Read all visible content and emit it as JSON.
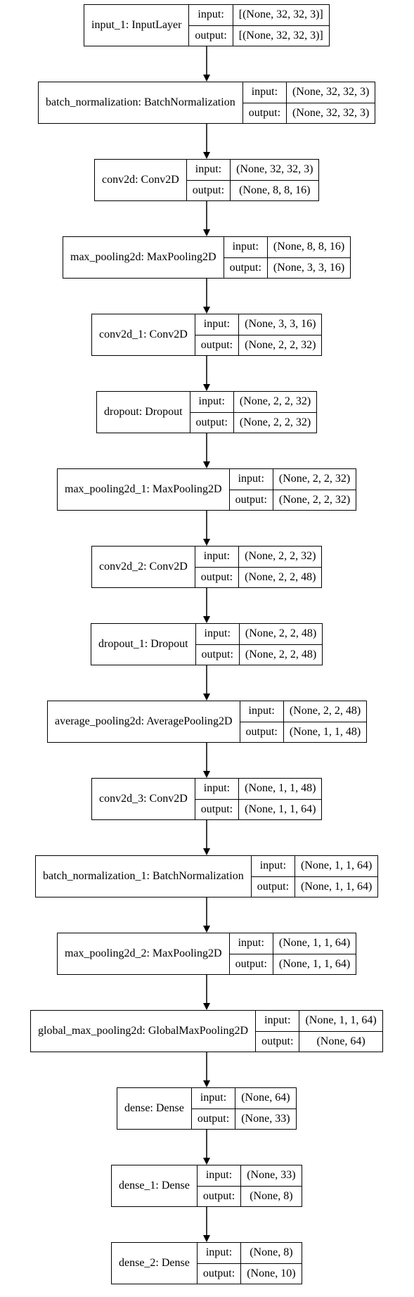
{
  "layers": [
    {
      "name": "input_1: InputLayer",
      "input_label": "input:",
      "output_label": "output:",
      "input": "[(None, 32, 32, 3)]",
      "output": "[(None, 32, 32, 3)]"
    },
    {
      "name": "batch_normalization: BatchNormalization",
      "input_label": "input:",
      "output_label": "output:",
      "input": "(None, 32, 32, 3)",
      "output": "(None, 32, 32, 3)"
    },
    {
      "name": "conv2d: Conv2D",
      "input_label": "input:",
      "output_label": "output:",
      "input": "(None, 32, 32, 3)",
      "output": "(None, 8, 8, 16)"
    },
    {
      "name": "max_pooling2d: MaxPooling2D",
      "input_label": "input:",
      "output_label": "output:",
      "input": "(None, 8, 8, 16)",
      "output": "(None, 3, 3, 16)"
    },
    {
      "name": "conv2d_1: Conv2D",
      "input_label": "input:",
      "output_label": "output:",
      "input": "(None, 3, 3, 16)",
      "output": "(None, 2, 2, 32)"
    },
    {
      "name": "dropout: Dropout",
      "input_label": "input:",
      "output_label": "output:",
      "input": "(None, 2, 2, 32)",
      "output": "(None, 2, 2, 32)"
    },
    {
      "name": "max_pooling2d_1: MaxPooling2D",
      "input_label": "input:",
      "output_label": "output:",
      "input": "(None, 2, 2, 32)",
      "output": "(None, 2, 2, 32)"
    },
    {
      "name": "conv2d_2: Conv2D",
      "input_label": "input:",
      "output_label": "output:",
      "input": "(None, 2, 2, 32)",
      "output": "(None, 2, 2, 48)"
    },
    {
      "name": "dropout_1: Dropout",
      "input_label": "input:",
      "output_label": "output:",
      "input": "(None, 2, 2, 48)",
      "output": "(None, 2, 2, 48)"
    },
    {
      "name": "average_pooling2d: AveragePooling2D",
      "input_label": "input:",
      "output_label": "output:",
      "input": "(None, 2, 2, 48)",
      "output": "(None, 1, 1, 48)"
    },
    {
      "name": "conv2d_3: Conv2D",
      "input_label": "input:",
      "output_label": "output:",
      "input": "(None, 1, 1, 48)",
      "output": "(None, 1, 1, 64)"
    },
    {
      "name": "batch_normalization_1: BatchNormalization",
      "input_label": "input:",
      "output_label": "output:",
      "input": "(None, 1, 1, 64)",
      "output": "(None, 1, 1, 64)"
    },
    {
      "name": "max_pooling2d_2: MaxPooling2D",
      "input_label": "input:",
      "output_label": "output:",
      "input": "(None, 1, 1, 64)",
      "output": "(None, 1, 1, 64)"
    },
    {
      "name": "global_max_pooling2d: GlobalMaxPooling2D",
      "input_label": "input:",
      "output_label": "output:",
      "input": "(None, 1, 1, 64)",
      "output": "(None, 64)"
    },
    {
      "name": "dense: Dense",
      "input_label": "input:",
      "output_label": "output:",
      "input": "(None, 64)",
      "output": "(None, 33)"
    },
    {
      "name": "dense_1: Dense",
      "input_label": "input:",
      "output_label": "output:",
      "input": "(None, 33)",
      "output": "(None, 8)"
    },
    {
      "name": "dense_2: Dense",
      "input_label": "input:",
      "output_label": "output:",
      "input": "(None, 8)",
      "output": "(None, 10)"
    }
  ]
}
